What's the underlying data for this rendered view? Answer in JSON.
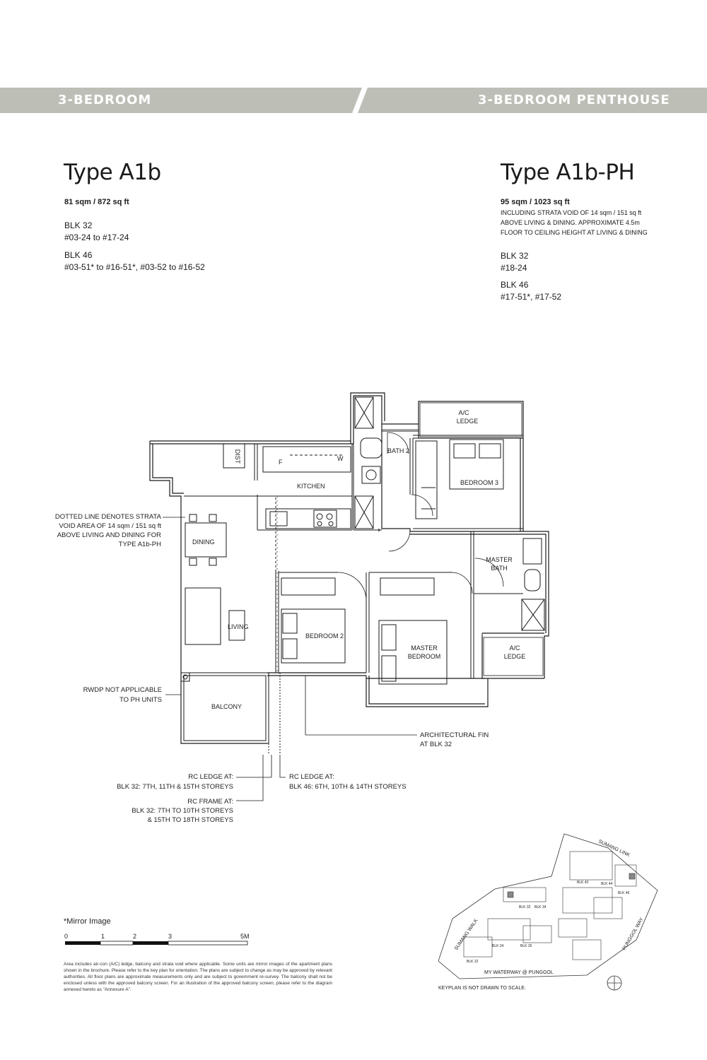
{
  "banner": {
    "left": "3-BEDROOM",
    "right": "3-BEDROOM PENTHOUSE",
    "color": "#bdbeb6"
  },
  "typeA": {
    "title": "Type A1b",
    "area": "81 sqm / 872 sq ft",
    "blk1": "BLK 32",
    "units1": "#03-24 to #17-24",
    "blk2": "BLK 46",
    "units2": "#03-51* to #16-51*, #03-52 to #16-52"
  },
  "typeB": {
    "title": "Type A1b-PH",
    "area": "95 sqm / 1023 sq ft",
    "note1": "INCLUDING STRATA VOID OF 14 sqm / 151 sq ft",
    "note2": "ABOVE LIVING & DINING. APPROXIMATE 4.5m",
    "note3": "FLOOR TO CEILING HEIGHT AT LIVING & DINING",
    "blk1": "BLK 32",
    "units1": "#18-24",
    "blk2": "BLK 46",
    "units2": "#17-51*, #17-52"
  },
  "rooms": {
    "ac_ledge_top_1": "A/C",
    "ac_ledge_top_2": "LEDGE",
    "bath2": "BATH 2",
    "dist": "DIST",
    "fridge": "F",
    "washer": "W",
    "kitchen": "KITCHEN",
    "bedroom3": "BEDROOM 3",
    "dining": "DINING",
    "living": "LIVING",
    "bedroom2": "BEDROOM 2",
    "master_bath_1": "MASTER",
    "master_bath_2": "BATH",
    "master_bed_1": "MASTER",
    "master_bed_2": "BEDROOM",
    "ac_ledge_right_1": "A/C",
    "ac_ledge_right_2": "LEDGE",
    "balcony": "BALCONY"
  },
  "annotations": {
    "dotted1": "DOTTED LINE DENOTES STRATA",
    "dotted2": "VOID AREA OF 14 sqm / 151 sq ft",
    "dotted3": "ABOVE LIVING AND DINING FOR",
    "dotted4": "TYPE A1b-PH",
    "rwdp1": "RWDP NOT APPLICABLE",
    "rwdp2": "TO PH UNITS",
    "fin1": "ARCHITECTURAL FIN",
    "fin2": "AT BLK 32",
    "rc32_1": "RC LEDGE AT:",
    "rc32_2": "BLK 32: 7TH, 11TH & 15TH STOREYS",
    "rcf1": "RC FRAME AT:",
    "rcf2": "BLK 32: 7TH TO 10TH STOREYS",
    "rcf3": "& 15TH TO 18TH STOREYS",
    "rc46_1": "RC LEDGE AT:",
    "rc46_2": "BLK 46: 6TH, 10TH & 14TH STOREYS"
  },
  "scale": {
    "mirror": "*Mirror Image",
    "t0": "0",
    "t1": "1",
    "t2": "2",
    "t3": "3",
    "t5": "5M"
  },
  "disclaimer": "Area includes air-con (A/C) ledge, balcony and strata void where applicable. Some units are mirror images of the apartment plans shown in the brochure. Please refer to the key plan for orientation. The plans are subject to change as may be approved by relevant authorities. All floor plans are approximate measurements only and are subject to government re-survey. The balcony shall not be enclosed unless with the approved balcony screen. For an illustration of the approved balcony screen, please refer to the diagram annexed hereto as \"Annexure A\".",
  "keyplan": {
    "road_top": "SUMANG LINK",
    "road_left": "SUMANG WALK",
    "road_right": "PUNGGOL WAY",
    "waterway": "MY WATERWAY @ PUNGGOL",
    "note": "KEYPLAN IS NOT DRAWN TO SCALE.",
    "blk32": "BLK 32",
    "blk34": "BLK 34",
    "blk24": "BLK 24",
    "blk26": "BLK 26",
    "blk22": "BLK 22",
    "blk46": "BLK 46",
    "blk44": "BLK 44",
    "blk42": "BLK 42"
  }
}
